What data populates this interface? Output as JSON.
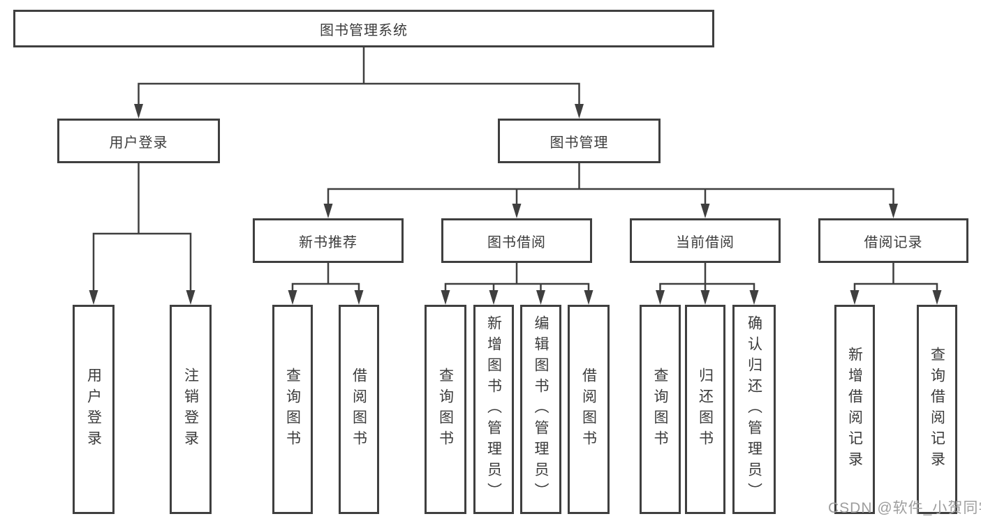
{
  "tree": {
    "root": "图书管理系统",
    "branches": [
      {
        "label": "用户登录",
        "children": [
          "用户登录",
          "注销登录"
        ]
      },
      {
        "label": "图书管理",
        "groups": [
          {
            "label": "新书推荐",
            "children": [
              "查询图书",
              "借阅图书"
            ]
          },
          {
            "label": "图书借阅",
            "children": [
              "查询图书",
              "新增图书（管理员）",
              "编辑图书（管理员）",
              "借阅图书"
            ]
          },
          {
            "label": "当前借阅",
            "children": [
              "查询图书",
              "归还图书",
              "确认归还（管理员）"
            ]
          },
          {
            "label": "借阅记录",
            "children": [
              "新增借阅记录",
              "查询借阅记录"
            ]
          }
        ]
      }
    ]
  },
  "watermark": {
    "text": "CSDN @软件_小贺同学"
  },
  "colors": {
    "line": "#3f3f3f",
    "border": "#3f3f3f",
    "text": "#3b3b3b",
    "watermark": "#9e9e9e",
    "background": "#ffffff"
  }
}
